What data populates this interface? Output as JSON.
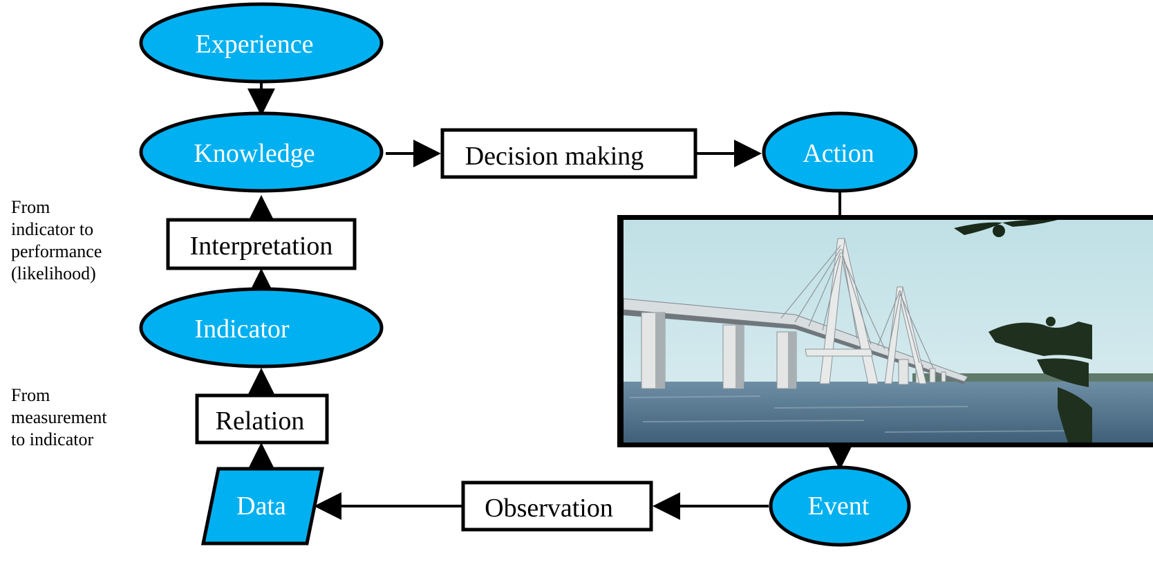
{
  "colors": {
    "ellipse_fill": "#00b0f0",
    "stroke": "#000000",
    "text_on_blue": "#ffffff",
    "text_on_white": "#000000"
  },
  "nodes": {
    "experience": "Experience",
    "knowledge": "Knowledge",
    "interpretation": "Interpretation",
    "indicator": "Indicator",
    "relation": "Relation",
    "data": "Data",
    "decision_making": "Decision making",
    "action": "Action",
    "event": "Event",
    "observation": "Observation"
  },
  "side_labels": {
    "indicator_to_performance": [
      "From",
      "indicator to",
      "performance",
      "(likelihood)"
    ],
    "measurement_to_indicator": [
      "From",
      "measurement",
      "to indicator"
    ]
  },
  "photo": {
    "subject": "cable-stayed-bridge-over-water"
  }
}
